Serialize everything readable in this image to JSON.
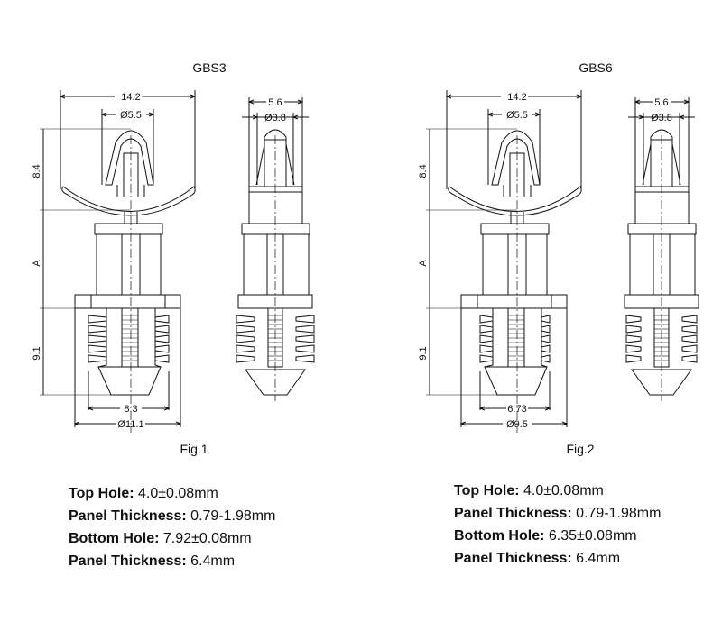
{
  "figures": [
    {
      "title": "GBS3",
      "caption": "Fig.1",
      "dims": {
        "head_width": "14.2",
        "head_dia": "Ø5.5",
        "side_width": "5.6",
        "side_dia": "Ø3.8",
        "head_height": "8.4",
        "body_height": "A",
        "bottom_height": "9.1",
        "fin_width": "8.3",
        "flange_dia": "Ø11.1"
      },
      "specs": [
        {
          "label": "Top Hole:",
          "value": "4.0±0.08mm"
        },
        {
          "label": "Panel Thickness:",
          "value": "0.79-1.98mm"
        },
        {
          "label": "Bottom Hole:",
          "value": "7.92±0.08mm"
        },
        {
          "label": "Panel Thickness:",
          "value": "6.4mm"
        }
      ]
    },
    {
      "title": "GBS6",
      "caption": "Fig.2",
      "dims": {
        "head_width": "14.2",
        "head_dia": "Ø5.5",
        "side_width": "5.6",
        "side_dia": "Ø3.8",
        "head_height": "8.4",
        "body_height": "A",
        "bottom_height": "9.1",
        "fin_width": "6.73",
        "flange_dia": "Ø9.5"
      },
      "specs": [
        {
          "label": "Top Hole:",
          "value": "4.0±0.08mm"
        },
        {
          "label": "Panel Thickness:",
          "value": "0.79-1.98mm"
        },
        {
          "label": "Bottom Hole:",
          "value": "6.35±0.08mm"
        },
        {
          "label": "Panel Thickness:",
          "value": "6.4mm"
        }
      ]
    }
  ]
}
